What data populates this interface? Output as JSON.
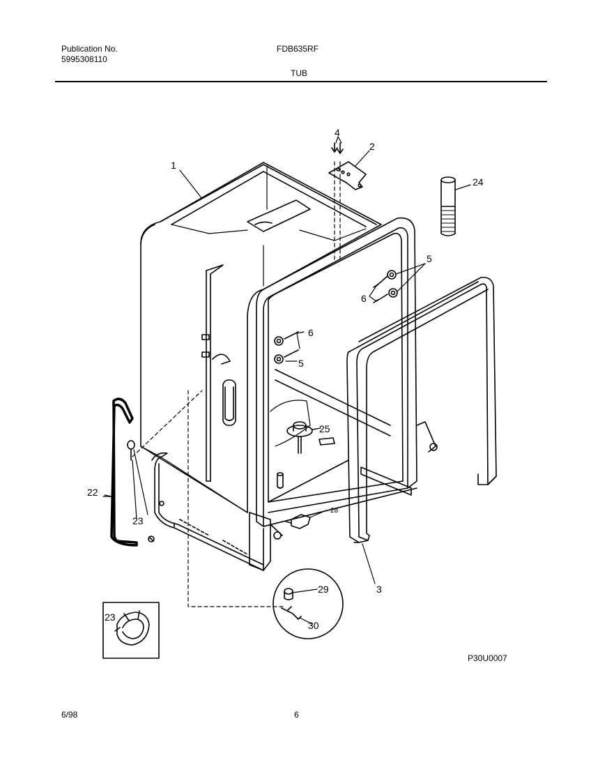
{
  "header": {
    "publication_label": "Publication No.",
    "publication_number": "5995308110",
    "model": "FDB635RF",
    "section_title": "TUB"
  },
  "footer": {
    "date": "6/98",
    "page_number": "6",
    "diagram_code": "P30U0007"
  },
  "callouts": {
    "c1": "1",
    "c2": "2",
    "c3": "3",
    "c4": "4",
    "c5a": "5",
    "c5b": "5",
    "c6a": "6",
    "c6b": "6",
    "c22": "22",
    "c23a": "23",
    "c23b": "23",
    "c24": "24",
    "c25": "25",
    "c28": "28",
    "c29": "29",
    "c30": "30"
  }
}
